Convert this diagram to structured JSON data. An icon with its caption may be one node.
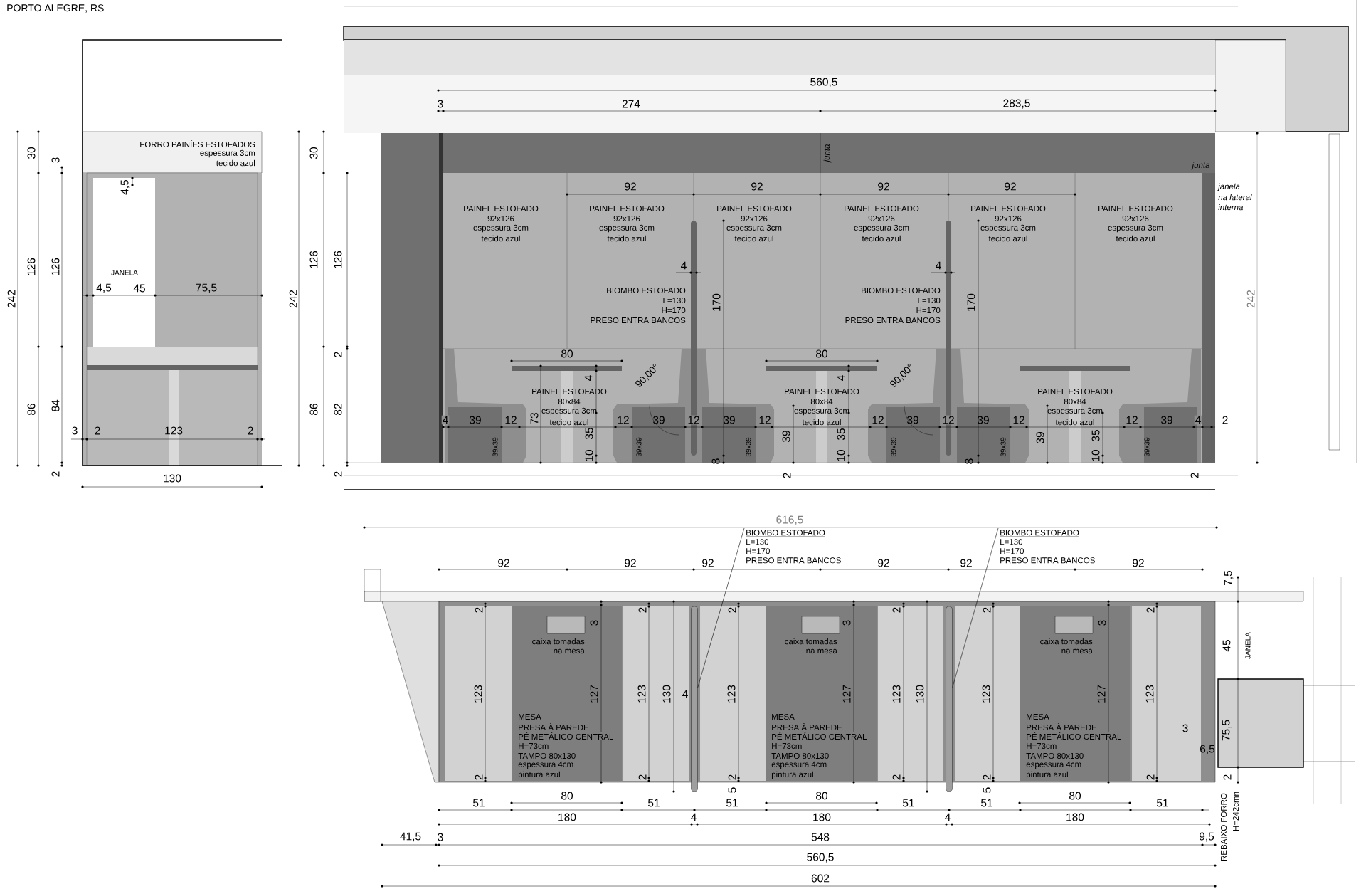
{
  "diagram": {
    "nodes": [
      {
        "text": [
          "BIOMBO ESTOFADO",
          "L=130",
          "H=170",
          "PRESO ENTRA BANCOS"
        ]
      },
      {
        "text": [],
        "shape": "bar"
      },
      {
        "text": [
          "BIOMBO ESTOFADO",
          "L=130",
          "H=170",
          "PRESO ENTRA BANCOS"
        ]
      },
      {
        "text": [],
        "shape": "bar"
      }
    ],
    "edges": [
      {
        "from": 0,
        "to": 1,
        "arrow": "none"
      },
      {
        "from": 2,
        "to": 3,
        "arrow": "none"
      }
    ],
    "labels": [
      "PORTO ALEGRE, RS",
      "FORRO PAINÍES ESTOFADOS",
      "espessura 3cm",
      "tecido azul",
      "30",
      "3",
      "4,5",
      "242",
      "126",
      "126",
      "JANELA",
      "4,5",
      "45",
      "75,5",
      "86",
      "84",
      "3",
      "2",
      "123",
      "2",
      "2",
      "130",
      "560,5",
      "3",
      "274",
      "283,5",
      "30",
      "junta",
      "junta",
      "92",
      "92",
      "92",
      "92",
      "janela",
      "na lateral",
      "PAINEL ESTOFADO",
      "PAINEL ESTOFADO",
      "PAINEL ESTOFADO",
      "PAINEL ESTOFADO",
      "PAINEL ESTOFADO",
      "PAINEL ESTOFADO",
      "interna",
      "92x126",
      "92x126",
      "92x126",
      "92x126",
      "92x126",
      "92x126",
      "espessura 3cm",
      "espessura 3cm",
      "espessura 3cm",
      "espessura 3cm",
      "espessura 3cm",
      "espessura 3cm",
      "tecido azul",
      "tecido azul",
      "tecido azul",
      "tecido azul",
      "tecido azul",
      "tecido azul",
      "126",
      "126",
      "4",
      "4",
      "BIOMBO ESTOFADO",
      "BIOMBO ESTOFADO",
      "242",
      "L=130",
      "170",
      "L=130",
      "170",
      "H=170",
      "H=170",
      "PRESO ENTRA BANCOS",
      "PRESO ENTRA BANCOS",
      "242",
      "2",
      "80",
      "80",
      "4",
      "90,00°",
      "4",
      "90,00°",
      "PAINEL ESTOFADO",
      "PAINEL ESTOFADO",
      "PAINEL ESTOFADO",
      "80x84",
      "80x84",
      "80x84",
      "86",
      "82",
      "espessura 3cm",
      "espessura 3cm",
      "espessura 3cm",
      "4",
      "39",
      "12",
      "73",
      "tecido azul",
      "12",
      "39",
      "12",
      "39",
      "12",
      "tecido azul",
      "12",
      "39",
      "12",
      "39",
      "12",
      "tecido azul",
      "12",
      "39",
      "4",
      "2",
      "35",
      "39",
      "35",
      "39",
      "35",
      "39x39",
      "39x39",
      "39x39",
      "39x39",
      "39x39",
      "39x39",
      "10",
      "8",
      "10",
      "8",
      "10",
      "2",
      "2",
      "2",
      "616,5",
      "92",
      "92",
      "92",
      "92",
      "92",
      "92",
      "7,5",
      "2",
      "2",
      "2",
      "2",
      "2",
      "2",
      "3",
      "3",
      "3",
      "caixa tomadas",
      "caixa tomadas",
      "caixa tomadas",
      "na mesa",
      "na mesa",
      "na mesa",
      "45",
      "JANELA",
      "123",
      "127",
      "123",
      "130",
      "4",
      "123",
      "127",
      "123",
      "130",
      "123",
      "127",
      "123",
      "MESA",
      "MESA",
      "MESA",
      "PRESA À PAREDE",
      "PRESA À PAREDE",
      "PRESA À PAREDE",
      "3",
      "PÉ METÁLICO CENTRAL",
      "PÉ METÁLICO CENTRAL",
      "PÉ METÁLICO CENTRAL",
      "H=73cm",
      "H=73cm",
      "H=73cm",
      "TAMPO 80x130",
      "TAMPO 80x130",
      "TAMPO 80x130",
      "espessura 4cm",
      "espessura 4cm",
      "espessura 4cm",
      "2",
      "pintura azul",
      "2",
      "2",
      "pintura azul",
      "2",
      "2",
      "pintura azul",
      "2",
      "2",
      "75,5",
      "6,5",
      "51",
      "80",
      "51",
      "5",
      "51",
      "80",
      "51",
      "5",
      "51",
      "80",
      "51",
      "180",
      "4",
      "180",
      "4",
      "180",
      "REBAIXO FORRO",
      "H=242cmn",
      "41,5",
      "3",
      "548",
      "9,5",
      "560,5",
      "602"
    ]
  }
}
